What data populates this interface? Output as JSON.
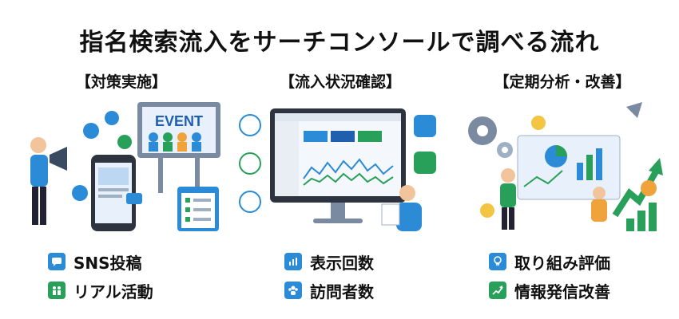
{
  "title": "指名検索流入をサーチコンソールで調べる流れ",
  "sections": [
    {
      "heading": "【対策実施】",
      "illustration_text": "EVENT",
      "items": [
        {
          "label": "SNS投稿",
          "icon": "chat-icon",
          "color": "#2b8bd6"
        },
        {
          "label": "リアル活動",
          "icon": "people-icon",
          "color": "#29a05a"
        }
      ]
    },
    {
      "heading": "【流入状況確認】",
      "illustration_text": "",
      "items": [
        {
          "label": "表示回数",
          "icon": "bar-chart-icon",
          "color": "#2b8bd6"
        },
        {
          "label": "訪問者数",
          "icon": "users-icon",
          "color": "#2b8bd6"
        }
      ]
    },
    {
      "heading": "【定期分析・改善】",
      "illustration_text": "",
      "items": [
        {
          "label": "取り組み評価",
          "icon": "award-icon",
          "color": "#2b8bd6"
        },
        {
          "label": "情報発信改善",
          "icon": "trend-up-icon",
          "color": "#29a05a"
        }
      ]
    }
  ]
}
